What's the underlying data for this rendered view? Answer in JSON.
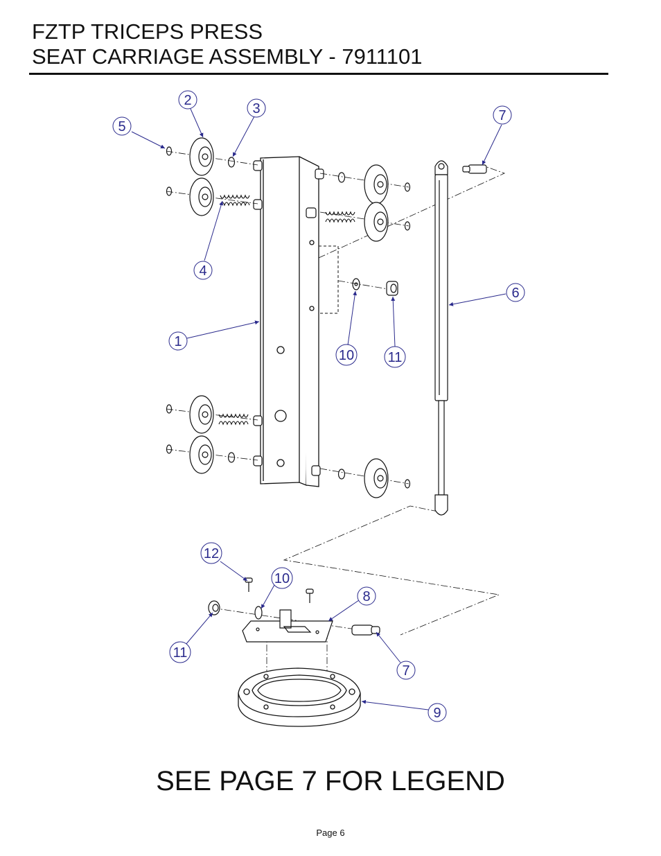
{
  "header": {
    "line1": "FZTP TRICEPS PRESS",
    "line2": "SEAT CARRIAGE ASSEMBLY - 7911101"
  },
  "callouts": [
    "1",
    "2",
    "3",
    "4",
    "5",
    "6",
    "7",
    "8",
    "9",
    "10",
    "11",
    "12",
    "10",
    "11",
    "7"
  ],
  "footer": {
    "legend_note": "SEE PAGE 7 FOR LEGEND",
    "page": "Page 6"
  },
  "colors": {
    "callout": "#2a2a8c",
    "line": "#111111"
  }
}
